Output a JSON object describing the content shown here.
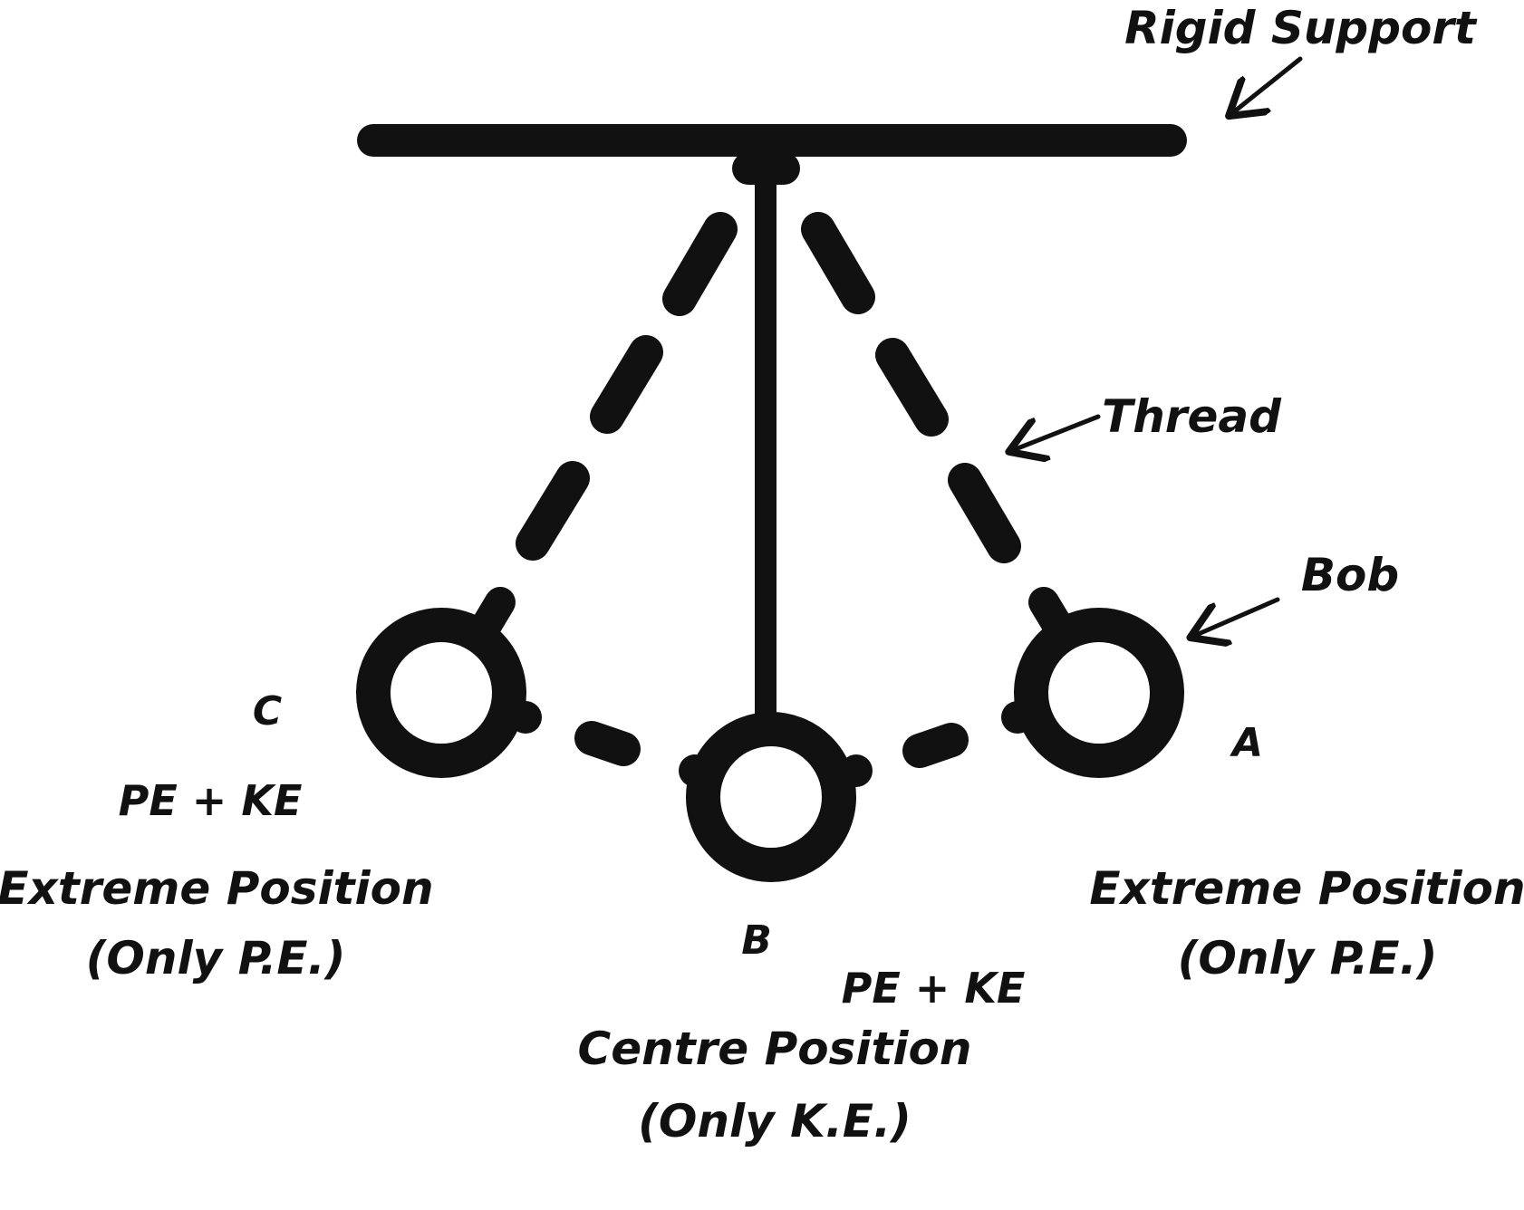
{
  "colors": {
    "ink": "#111111",
    "background": "#ffffff"
  },
  "labels": {
    "rigid_support": "Rigid Support",
    "thread": "Thread",
    "bob": "Bob",
    "point_a": "A",
    "point_b": "B",
    "point_c": "C",
    "c_energy": "PE + KE",
    "b_energy": "PE + KE",
    "left_extreme_title": "Extreme Position",
    "left_extreme_note": "(Only P.E.)",
    "right_extreme_title": "Extreme Position",
    "right_extreme_note": "(Only P.E.)",
    "centre_title": "Centre Position",
    "centre_note": "(Only K.E.)"
  }
}
